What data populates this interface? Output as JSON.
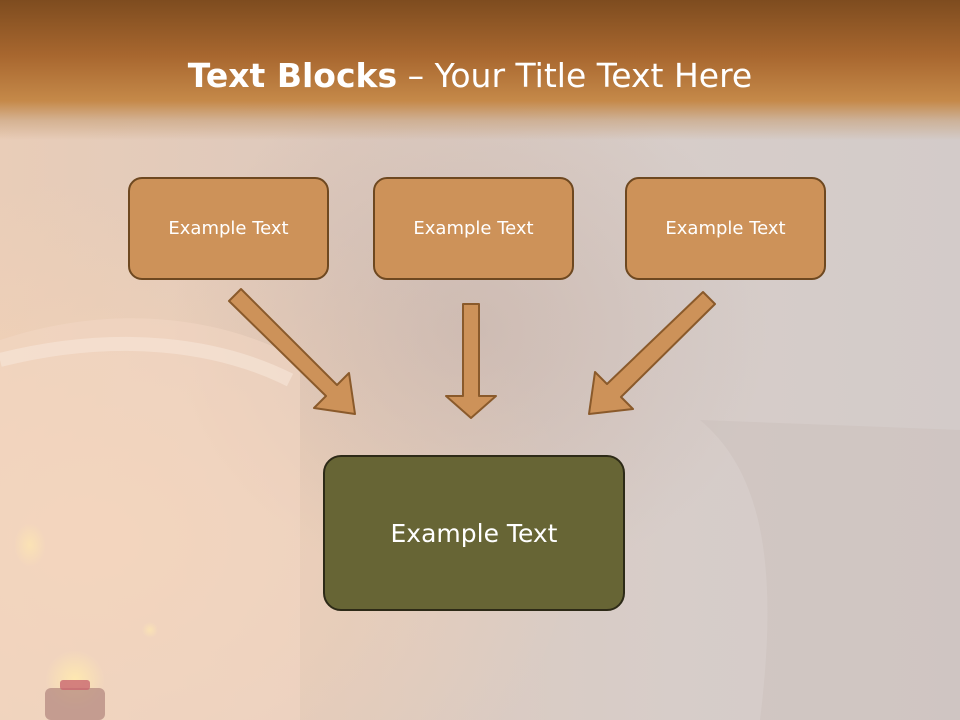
{
  "slide": {
    "title_bold": "Text Blocks",
    "title_rest": " – Your Title Text Here",
    "boxes": [
      {
        "label": "Example Text"
      },
      {
        "label": "Example Text"
      },
      {
        "label": "Example Text"
      }
    ],
    "center_box": {
      "label": "Example Text"
    }
  },
  "colors": {
    "header": "#a8672f",
    "box_fill": "#cd9259",
    "box_border": "#6e4820",
    "arrow_fill": "#cd9259",
    "center_fill": "#676535"
  }
}
